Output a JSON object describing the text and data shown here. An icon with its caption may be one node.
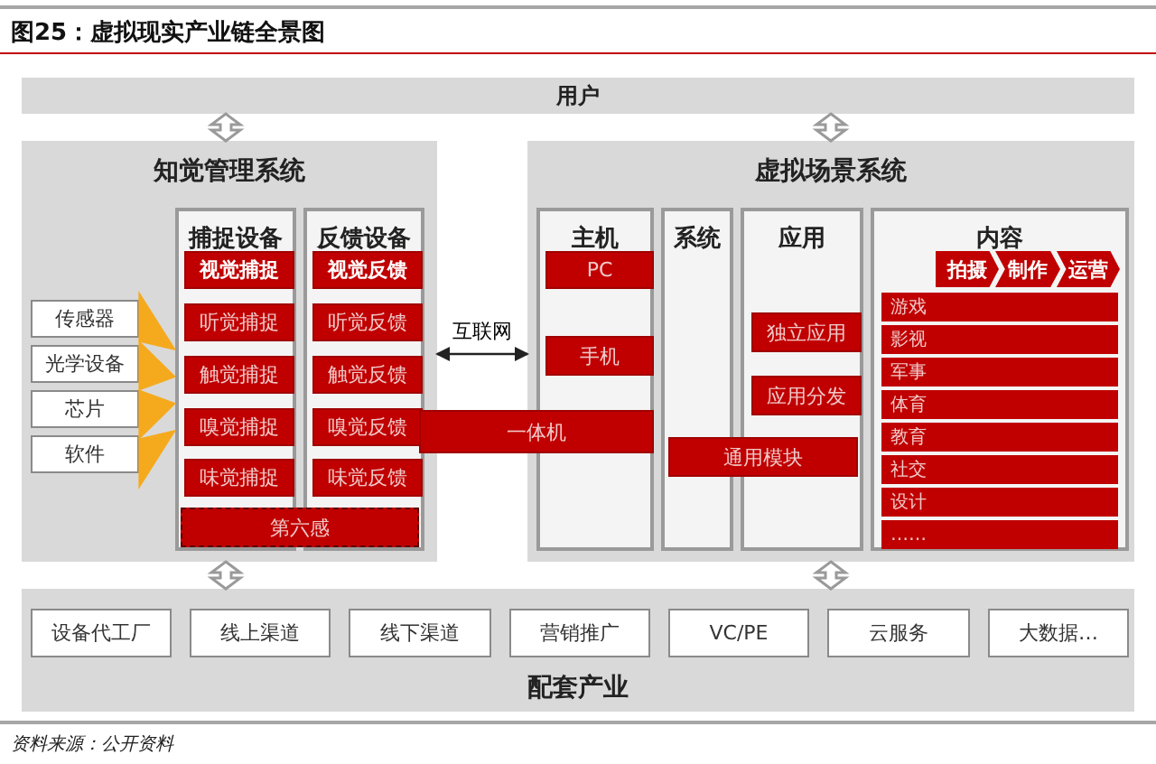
{
  "diagram": {
    "title": "图25：虚拟现实产业链全景图",
    "caption": "资料来源：公开资料",
    "nodes": [
      {
        "text": [
          "用户"
        ]
      },
      {
        "text": [
          "知觉管理系统"
        ]
      },
      {
        "text": [
          "传感器"
        ],
        "in": 1
      },
      {
        "text": [
          "光学设备"
        ],
        "in": 1
      },
      {
        "text": [
          "芯片"
        ],
        "in": 1
      },
      {
        "text": [
          "软件"
        ],
        "in": 1
      },
      {
        "text": [
          "捕捉设备"
        ],
        "in": 1
      },
      {
        "text": [
          "视觉捕捉"
        ],
        "in": 6
      },
      {
        "text": [
          "听觉捕捉"
        ],
        "in": 6
      },
      {
        "text": [
          "触觉捕捉"
        ],
        "in": 6
      },
      {
        "text": [
          "嗅觉捕捉"
        ],
        "in": 6
      },
      {
        "text": [
          "味觉捕捉"
        ],
        "in": 6
      },
      {
        "text": [
          "反馈设备"
        ],
        "in": 1
      },
      {
        "text": [
          "视觉反馈"
        ],
        "in": 12
      },
      {
        "text": [
          "听觉反馈"
        ],
        "in": 12
      },
      {
        "text": [
          "触觉反馈"
        ],
        "in": 12
      },
      {
        "text": [
          "嗅觉反馈"
        ],
        "in": 12
      },
      {
        "text": [
          "味觉反馈"
        ],
        "in": 12
      },
      {
        "text": [
          "第六感"
        ],
        "in": 1
      },
      {
        "text": [
          "虚拟场景系统"
        ]
      },
      {
        "text": [
          "主机"
        ],
        "in": 19
      },
      {
        "text": [
          "PC"
        ],
        "in": 20
      },
      {
        "text": [
          "手机"
        ],
        "in": 20
      },
      {
        "text": [
          "系统"
        ],
        "in": 19
      },
      {
        "text": [
          "应用"
        ],
        "in": 19
      },
      {
        "text": [
          "独立应用"
        ],
        "in": 24
      },
      {
        "text": [
          "应用分发"
        ],
        "in": 24
      },
      {
        "text": [
          "内容"
        ],
        "in": 19
      },
      {
        "text": [
          "拍摄"
        ],
        "in": 27
      },
      {
        "text": [
          "制作"
        ],
        "in": 27
      },
      {
        "text": [
          "运营"
        ],
        "in": 27
      },
      {
        "text": [
          "游戏"
        ],
        "in": 27
      },
      {
        "text": [
          "影视"
        ],
        "in": 27
      },
      {
        "text": [
          "军事"
        ],
        "in": 27
      },
      {
        "text": [
          "体育"
        ],
        "in": 27
      },
      {
        "text": [
          "教育"
        ],
        "in": 27
      },
      {
        "text": [
          "社交"
        ],
        "in": 27
      },
      {
        "text": [
          "设计"
        ],
        "in": 27
      },
      {
        "text": [
          "……"
        ],
        "in": 27
      },
      {
        "text": [
          "一体机"
        ]
      },
      {
        "text": [
          "通用模块"
        ],
        "in": 19
      },
      {
        "text": [
          "配套产业"
        ]
      },
      {
        "text": [
          "设备代工厂"
        ],
        "in": 41
      },
      {
        "text": [
          "线上渠道"
        ],
        "in": 41
      },
      {
        "text": [
          "线下渠道"
        ],
        "in": 41
      },
      {
        "text": [
          "营销推广"
        ],
        "in": 41
      },
      {
        "text": [
          "VC/PE"
        ],
        "in": 41
      },
      {
        "text": [
          "云服务"
        ],
        "in": 41
      },
      {
        "text": [
          "大数据…"
        ],
        "in": 41
      }
    ],
    "edges": [
      {
        "from": 0,
        "to": 1,
        "arrow": "both"
      },
      {
        "from": 0,
        "to": 19,
        "arrow": "both"
      },
      {
        "from": 1,
        "to": 41,
        "arrow": "both"
      },
      {
        "from": 19,
        "to": 41,
        "arrow": "both"
      },
      {
        "from": 1,
        "to": 19,
        "arrow": "both",
        "label": "互联网"
      },
      {
        "from": 2,
        "to": 6,
        "arrow": "to",
        "color": "#f5aa1e"
      },
      {
        "from": 3,
        "to": 6,
        "arrow": "to",
        "color": "#f5aa1e"
      },
      {
        "from": 4,
        "to": 6,
        "arrow": "to",
        "color": "#f5aa1e"
      },
      {
        "from": 5,
        "to": 6,
        "arrow": "to",
        "color": "#f5aa1e"
      }
    ]
  }
}
